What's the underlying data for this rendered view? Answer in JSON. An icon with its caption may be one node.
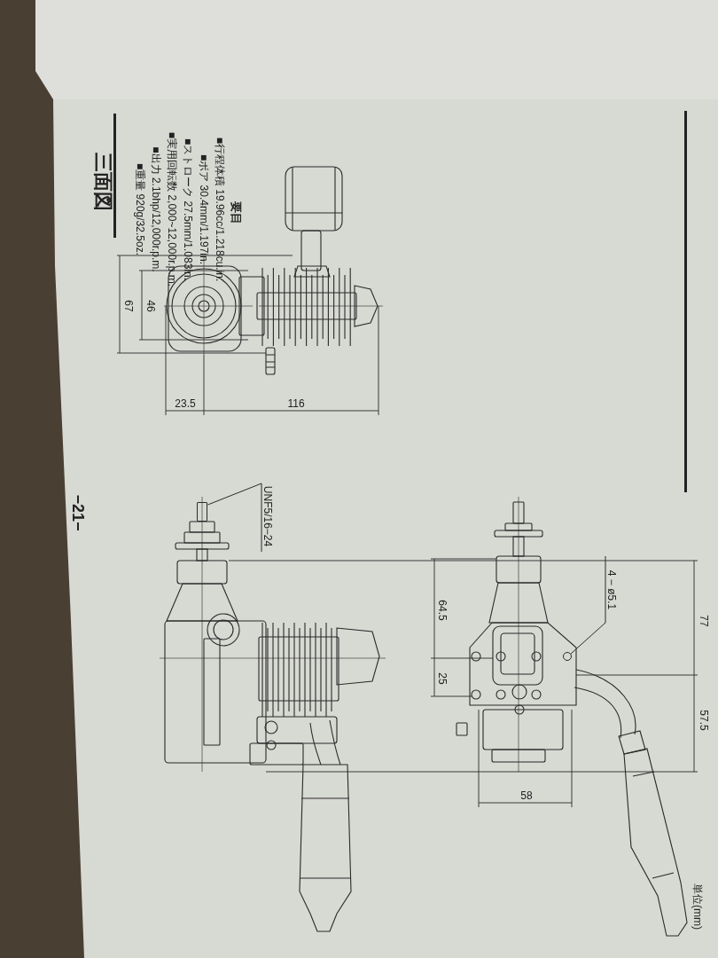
{
  "diagram": {
    "title": "三面図",
    "nodes": [
      {
        "text": [
          "UNF5/16−24"
        ]
      },
      {
        "text": [],
        "shape": "box"
      },
      {
        "text": [
          "4 − ø5.1"
        ]
      },
      {
        "text": [],
        "shape": "circle"
      }
    ],
    "edges": [
      {
        "from": 0,
        "to": 1,
        "arrow": "none"
      },
      {
        "from": 2,
        "to": 3,
        "arrow": "none"
      }
    ],
    "labels": [
      "要目",
      "■行程体積 19.96cc/1.218cu.in.",
      "■ボア 30.4mm/1.197in.",
      "■ストローク 27.5mm/1.083in.",
      "■実用回転数 2,000~12,000r.p.m.",
      "■出力 2.1bhp/12,000r.p.m.",
      "■重量 920g/32.5oz.",
      "67",
      "46",
      "23.5",
      "116",
      "−21−",
      "64.5",
      "25",
      "77",
      "57.5",
      "58",
      "単位(mm)"
    ]
  }
}
